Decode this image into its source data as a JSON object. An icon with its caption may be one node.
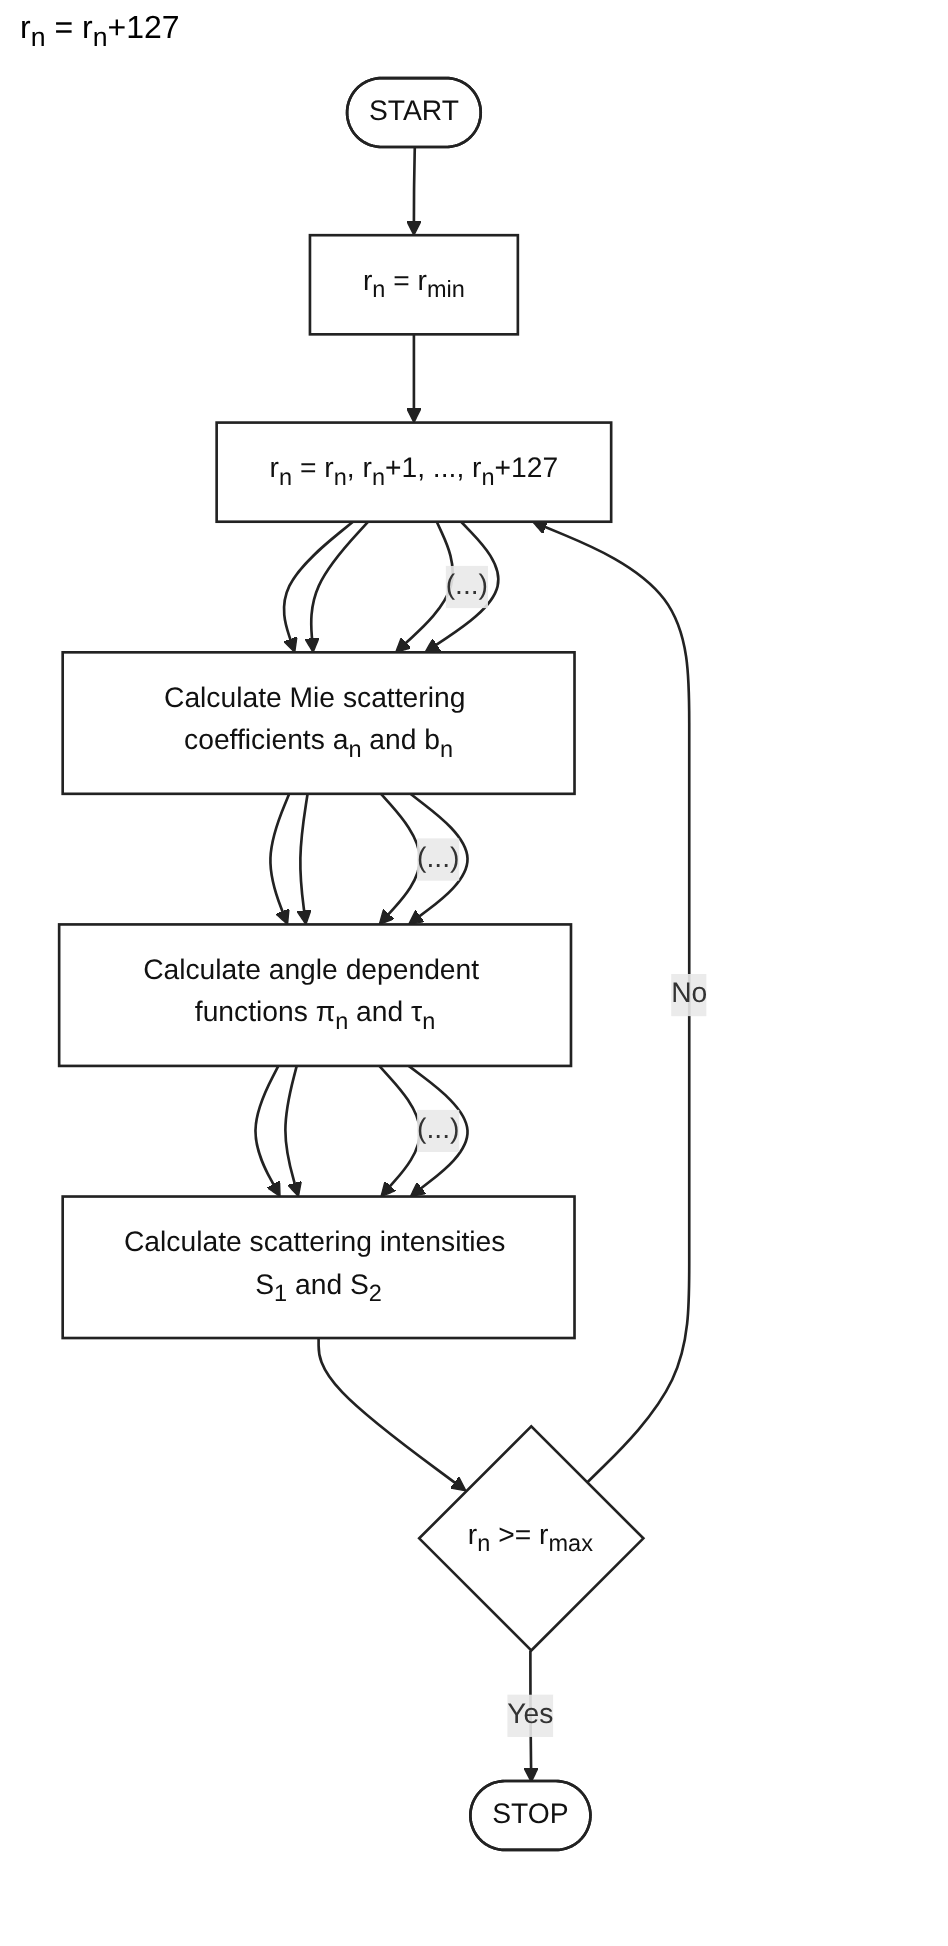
{
  "diagram": {
    "nodes": [
      {
        "text": [
          "START"
        ]
      },
      {
        "text": [
          "r$_{n}$ = r$_{min}$"
        ]
      },
      {
        "text": [
          "r$_{n}$ = r$_{n}$, r$_{n}$+1, ..., r$_{n}$+127"
        ]
      },
      {
        "text": [
          "Calculate Mie scattering coefficients a$_{n}$ and b$_{n}$"
        ]
      },
      {
        "text": [
          "Calculate angle dependent functions π$_{n}$ and τ$_{n}$"
        ]
      },
      {
        "text": [
          "Calculate scattering intensities S$_{1}$ and S$_{2}$"
        ]
      },
      {
        "text": [
          "r$_{n}$ >= r$_{max}$"
        ]
      },
      {
        "text": [
          "STOP"
        ]
      }
    ],
    "edges": [
      {
        "from": 0,
        "to": 1,
        "arrow": "to"
      },
      {
        "from": 1,
        "to": 2,
        "arrow": "to"
      },
      {
        "from": 2,
        "to": 3,
        "arrow": "to"
      },
      {
        "from": 2,
        "to": 3,
        "arrow": "to"
      },
      {
        "from": 2,
        "to": 3,
        "arrow": "to",
        "label": "(...)"
      },
      {
        "from": 2,
        "to": 3,
        "arrow": "to"
      },
      {
        "from": 3,
        "to": 4,
        "arrow": "to"
      },
      {
        "from": 3,
        "to": 4,
        "arrow": "to"
      },
      {
        "from": 3,
        "to": 4,
        "arrow": "to",
        "label": "(...)"
      },
      {
        "from": 3,
        "to": 4,
        "arrow": "to"
      },
      {
        "from": 4,
        "to": 5,
        "arrow": "to"
      },
      {
        "from": 4,
        "to": 5,
        "arrow": "to"
      },
      {
        "from": 4,
        "to": 5,
        "arrow": "to",
        "label": "(...)"
      },
      {
        "from": 4,
        "to": 5,
        "arrow": "to"
      },
      {
        "from": 5,
        "to": 6,
        "arrow": "to"
      },
      {
        "from": 6,
        "to": 7,
        "arrow": "to",
        "label": "Yes"
      },
      {
        "from": 6,
        "to": 2,
        "arrow": "to",
        "label": "No"
      }
    ],
    "labels": [
      "r$_{n}$ = r$_{n}$+127"
    ]
  }
}
